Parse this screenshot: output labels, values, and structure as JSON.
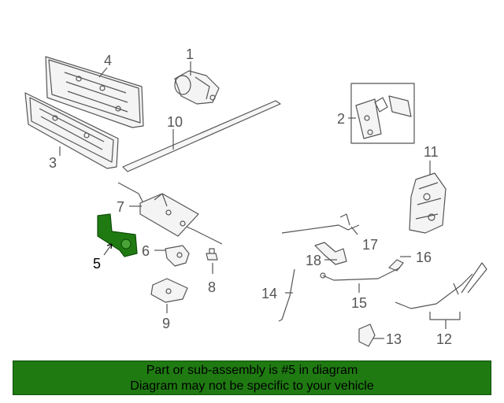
{
  "callouts": [
    {
      "id": "1",
      "highlight": false
    },
    {
      "id": "2",
      "highlight": false
    },
    {
      "id": "3",
      "highlight": false
    },
    {
      "id": "4",
      "highlight": false
    },
    {
      "id": "5",
      "highlight": true
    },
    {
      "id": "6",
      "highlight": false
    },
    {
      "id": "7",
      "highlight": false
    },
    {
      "id": "8",
      "highlight": false
    },
    {
      "id": "9",
      "highlight": false
    },
    {
      "id": "10",
      "highlight": false
    },
    {
      "id": "11",
      "highlight": false
    },
    {
      "id": "12",
      "highlight": false
    },
    {
      "id": "13",
      "highlight": false
    },
    {
      "id": "14",
      "highlight": false
    },
    {
      "id": "15",
      "highlight": false
    },
    {
      "id": "16",
      "highlight": false
    },
    {
      "id": "17",
      "highlight": false
    },
    {
      "id": "18",
      "highlight": false
    }
  ],
  "banner": {
    "line1": "Part or sub-assembly is #5 in diagram",
    "line2": "Diagram may not be specific to your vehicle"
  },
  "colors": {
    "banner_bg": "#1f7a12",
    "highlight_part": "#1f7a12",
    "line_art": "#555555"
  }
}
